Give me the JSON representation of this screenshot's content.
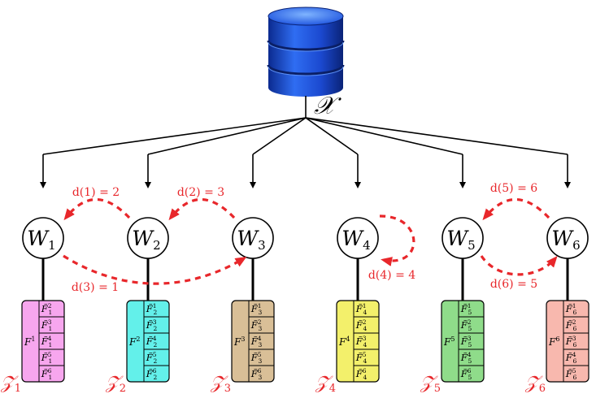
{
  "dataset_label": "𝒳",
  "workers": [
    {
      "label": "W",
      "sub": "1",
      "z": "𝒵",
      "zsub": "1",
      "F": "F",
      "Fsup": "1",
      "color": "#f7a6ee",
      "rows": [
        {
          "sup": "2",
          "sub": "1"
        },
        {
          "sup": "3",
          "sub": "1"
        },
        {
          "sup": "4",
          "sub": "1"
        },
        {
          "sup": "5",
          "sub": "1"
        },
        {
          "sup": "6",
          "sub": "1"
        }
      ]
    },
    {
      "label": "W",
      "sub": "2",
      "z": "𝒵",
      "zsub": "2",
      "F": "F",
      "Fsup": "2",
      "color": "#63f0ea",
      "rows": [
        {
          "sup": "1",
          "sub": "2"
        },
        {
          "sup": "3",
          "sub": "2"
        },
        {
          "sup": "4",
          "sub": "2"
        },
        {
          "sup": "5",
          "sub": "2"
        },
        {
          "sup": "6",
          "sub": "2"
        }
      ]
    },
    {
      "label": "W",
      "sub": "3",
      "z": "𝒵",
      "zsub": "3",
      "F": "F",
      "Fsup": "3",
      "color": "#d9bf97",
      "rows": [
        {
          "sup": "1",
          "sub": "3"
        },
        {
          "sup": "2",
          "sub": "3"
        },
        {
          "sup": "4",
          "sub": "3"
        },
        {
          "sup": "5",
          "sub": "3"
        },
        {
          "sup": "6",
          "sub": "3"
        }
      ]
    },
    {
      "label": "W",
      "sub": "4",
      "z": "𝒵",
      "zsub": "4",
      "F": "F",
      "Fsup": "4",
      "color": "#f3f06b",
      "rows": [
        {
          "sup": "1",
          "sub": "4"
        },
        {
          "sup": "2",
          "sub": "4"
        },
        {
          "sup": "3",
          "sub": "4"
        },
        {
          "sup": "5",
          "sub": "4"
        },
        {
          "sup": "6",
          "sub": "4"
        }
      ]
    },
    {
      "label": "W",
      "sub": "5",
      "z": "𝒵",
      "zsub": "5",
      "F": "F",
      "Fsup": "5",
      "color": "#8fdc8a",
      "rows": [
        {
          "sup": "1",
          "sub": "5"
        },
        {
          "sup": "2",
          "sub": "5"
        },
        {
          "sup": "3",
          "sub": "5"
        },
        {
          "sup": "4",
          "sub": "5"
        },
        {
          "sup": "6",
          "sub": "5"
        }
      ]
    },
    {
      "label": "W",
      "sub": "6",
      "z": "𝒵",
      "zsub": "6",
      "F": "F",
      "Fsup": "6",
      "color": "#f8b8ae",
      "rows": [
        {
          "sup": "1",
          "sub": "6"
        },
        {
          "sup": "2",
          "sub": "6"
        },
        {
          "sup": "3",
          "sub": "6"
        },
        {
          "sup": "4",
          "sub": "6"
        },
        {
          "sup": "5",
          "sub": "6"
        }
      ]
    }
  ],
  "assignments": [
    {
      "text": "d(1) = 2"
    },
    {
      "text": "d(2) = 3"
    },
    {
      "text": "d(3) = 1"
    },
    {
      "text": "d(4) = 4"
    },
    {
      "text": "d(5) = 6"
    },
    {
      "text": "d(6) = 5"
    }
  ],
  "colors": {
    "arrow_red": "#e8272b",
    "line": "#000000",
    "db_blue": "#1f4fd6"
  }
}
